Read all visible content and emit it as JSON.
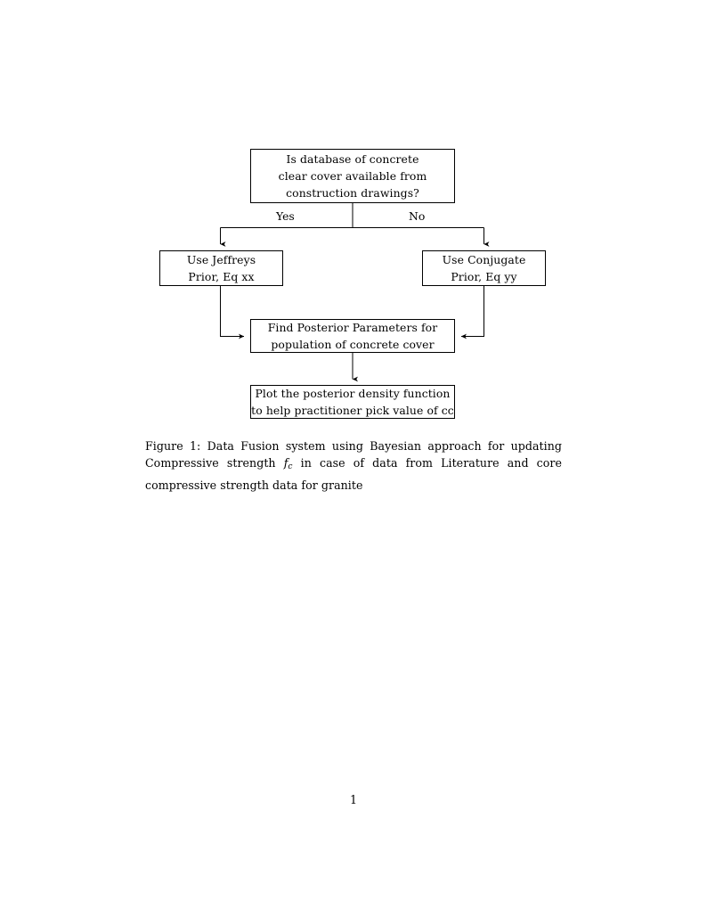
{
  "document": {
    "page_number": "1"
  },
  "figure": {
    "nodes": [
      {
        "id": "question",
        "lines": [
          "Is database of concrete",
          "clear cover available from",
          "construction drawings?"
        ]
      },
      {
        "id": "jeffreys",
        "lines": [
          "Use Jeffreys",
          "Prior, Eq xx"
        ]
      },
      {
        "id": "conjugate",
        "lines": [
          "Use Conjugate",
          "Prior, Eq yy"
        ]
      },
      {
        "id": "posterior",
        "lines": [
          "Find Posterior Parameters for",
          "population of concrete cover"
        ]
      },
      {
        "id": "plot",
        "lines": [
          "Plot the posterior density function",
          "to help practitioner pick value of cc"
        ]
      }
    ],
    "edge_labels": {
      "yes": "Yes",
      "no": "No"
    }
  },
  "caption": {
    "label": "Figure 1:",
    "text_before_math": " Data Fusion system using Bayesian approach for updating Compressive strength ",
    "math_base": "f",
    "math_sub": "c",
    "text_after_math": " in case of data from Literature and core compressive strength data for granite"
  },
  "colors": {
    "ink": "#000000",
    "paper": "#ffffff"
  }
}
